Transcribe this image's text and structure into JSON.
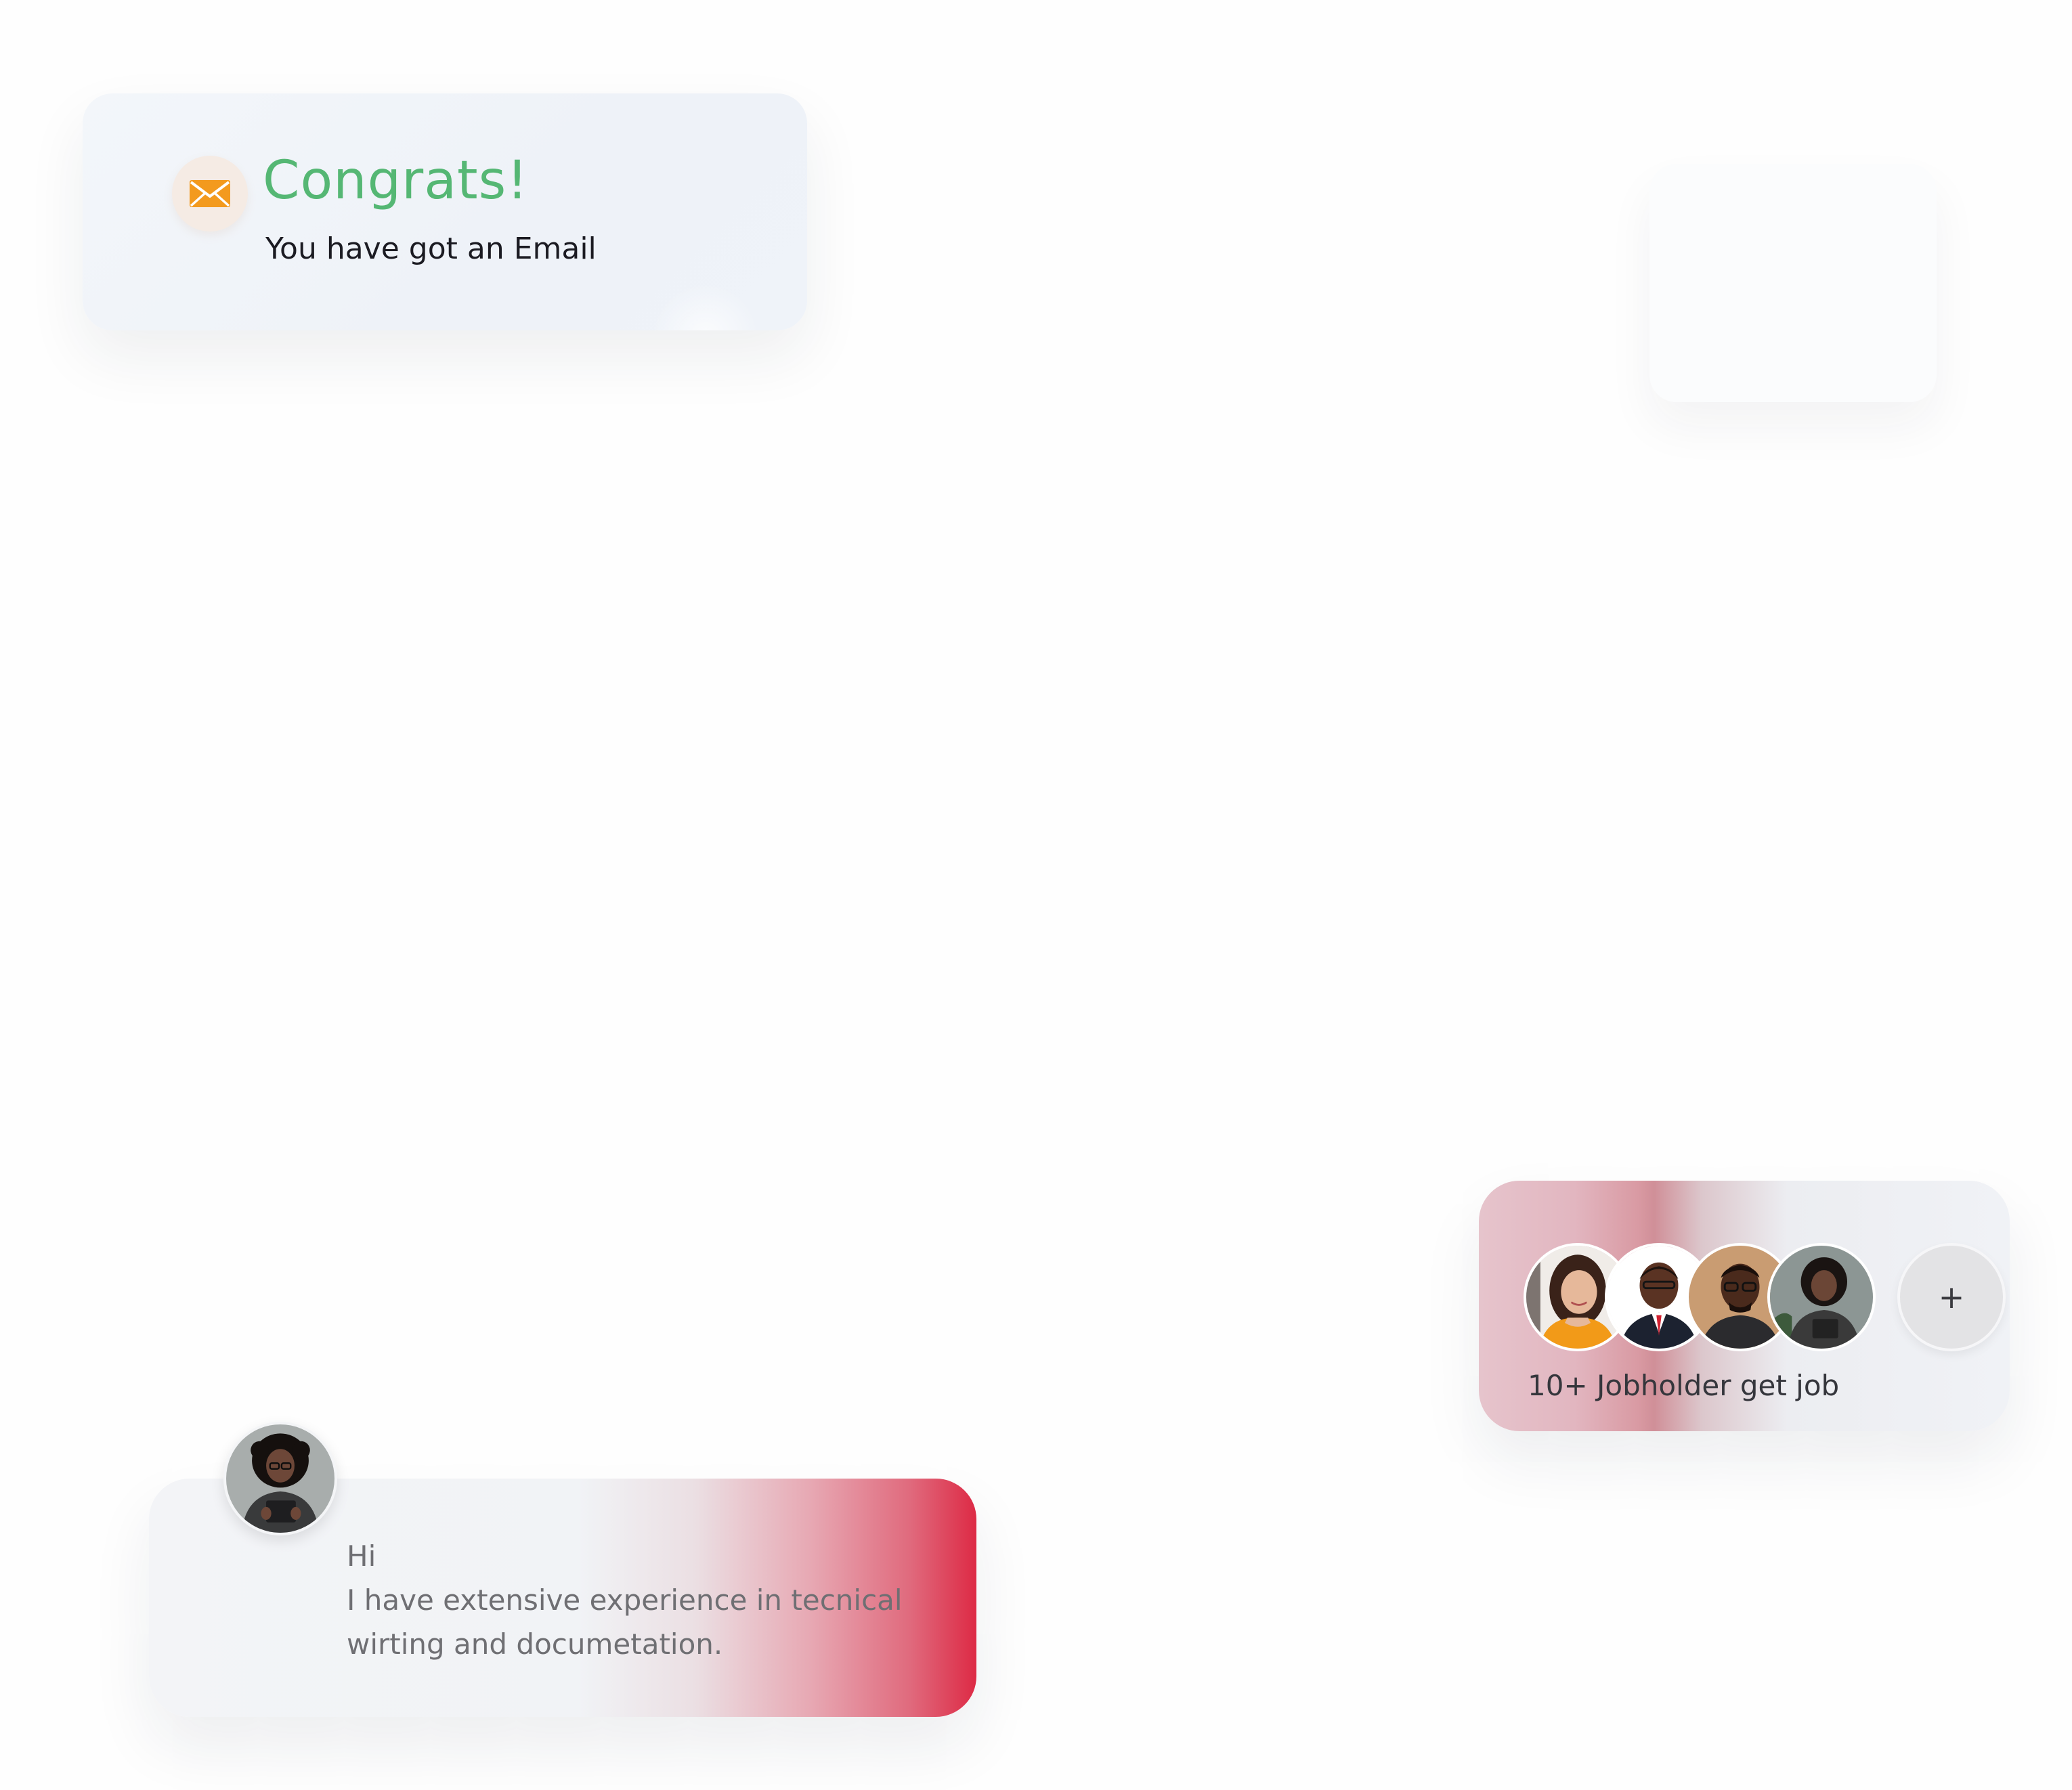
{
  "notification": {
    "title": "Congrats!",
    "subtitle": "You have got an Email",
    "icon": "envelope-icon"
  },
  "jobholders": {
    "avatars": [
      "woman-smiling-avatar",
      "man-in-suit-avatar",
      "man-with-glasses-avatar",
      "woman-with-tablet-avatar"
    ],
    "more_label": "+",
    "caption": "10+ Jobholder get job"
  },
  "message": {
    "avatar": "woman-with-tablet-avatar",
    "greeting": "Hi",
    "line1": "I have extensive experience in tecnical",
    "line2": "wirting and documetation."
  },
  "colors": {
    "congrats_green": "#55b774",
    "envelope_orange": "#f29a1f",
    "accent_red": "#dd2a45"
  }
}
